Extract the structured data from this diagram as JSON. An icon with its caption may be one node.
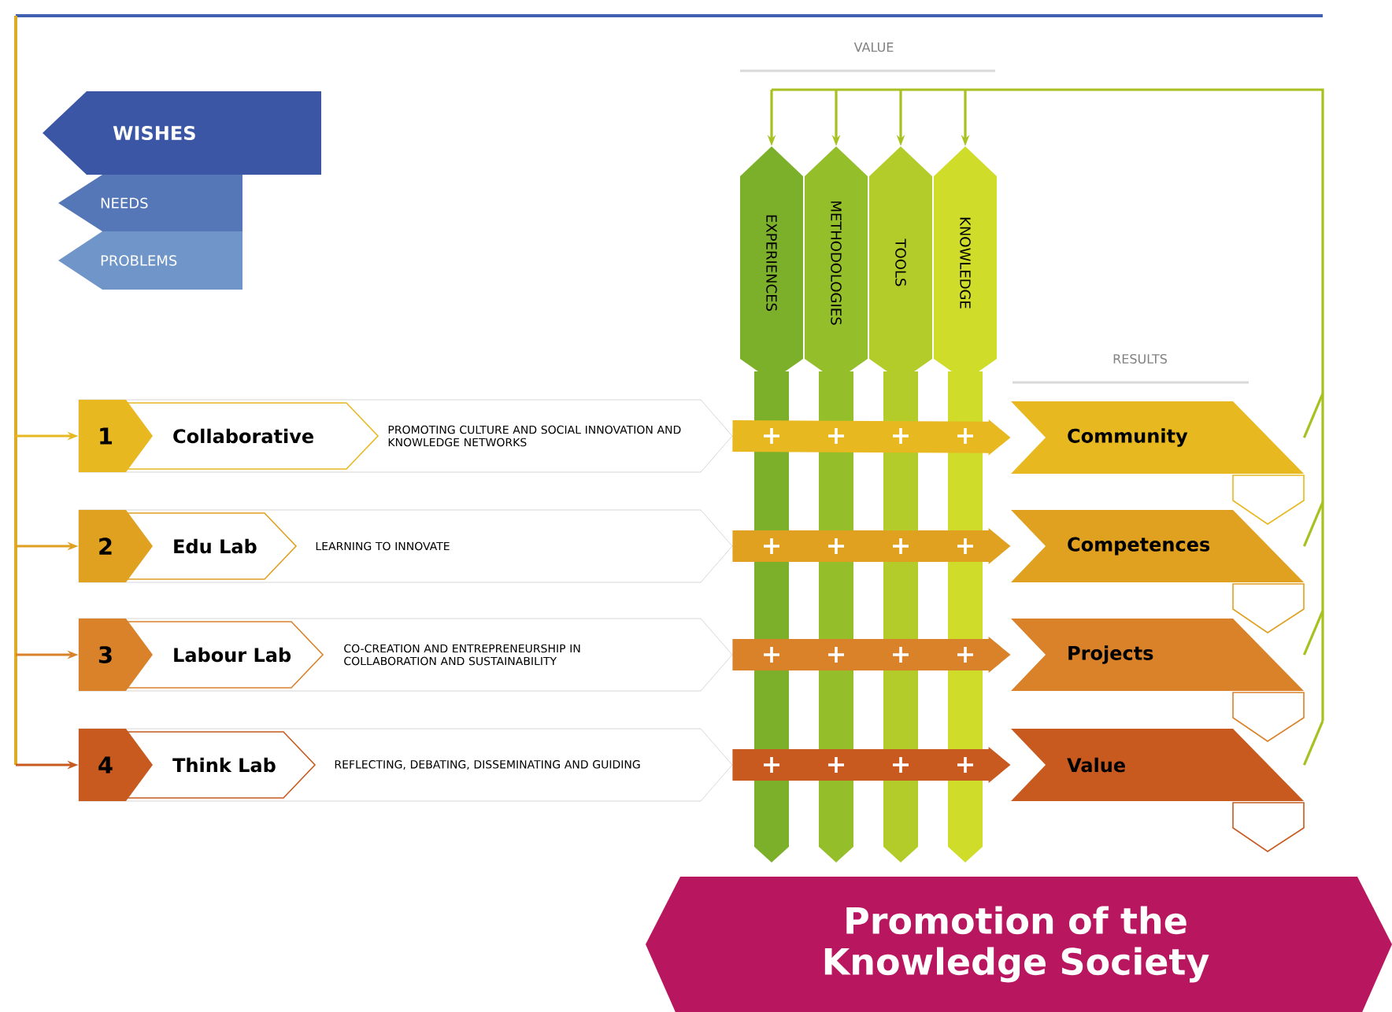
{
  "diagram": {
    "nodes": [
      {
        "text": [
          "WISHES"
        ]
      },
      {
        "text": [
          "NEEDS"
        ]
      },
      {
        "text": [
          "PROBLEMS"
        ]
      },
      {
        "text": [
          "EXPERIENCES"
        ]
      },
      {
        "text": [
          "METHODOLOGIES"
        ]
      },
      {
        "text": [
          "TOOLS"
        ]
      },
      {
        "text": [
          "KNOWLEDGE"
        ]
      },
      {
        "text": [
          "1",
          "Collaborative",
          "PROMOTING CULTURE AND SOCIAL INNOVATION AND KNOWLEDGE NETWORKS"
        ]
      },
      {
        "text": [
          "2",
          "Edu Lab",
          "LEARNING TO INNOVATE"
        ]
      },
      {
        "text": [
          "3",
          "Labour Lab",
          "CO-CREATION AND ENTREPRENEURSHIP IN COLLABORATION AND SUSTAINABILITY"
        ]
      },
      {
        "text": [
          "4",
          "Think Lab",
          "REFLECTING, DEBATING, DISSEMINATING AND GUIDING"
        ]
      },
      {
        "text": [
          "Community"
        ]
      },
      {
        "text": [
          "Competences"
        ]
      },
      {
        "text": [
          "Projects"
        ]
      },
      {
        "text": [
          "Value"
        ]
      },
      {
        "text": [
          "Promotion of the Knowledge Society"
        ]
      }
    ],
    "edges": [
      {
        "from": null,
        "to": 7,
        "arrow": "to",
        "color": "#e8b820"
      },
      {
        "from": null,
        "to": 8,
        "arrow": "to",
        "color": "#e0a020"
      },
      {
        "from": null,
        "to": 9,
        "arrow": "to",
        "color": "#d9822a"
      },
      {
        "from": null,
        "to": 10,
        "arrow": "to",
        "color": "#c85a20"
      },
      {
        "from": 7,
        "to": 11,
        "arrow": "to",
        "style": "thick",
        "color": "#e8b820"
      },
      {
        "from": 8,
        "to": 12,
        "arrow": "to",
        "style": "thick",
        "color": "#e0a020"
      },
      {
        "from": 9,
        "to": 13,
        "arrow": "to",
        "style": "thick",
        "color": "#d9822a"
      },
      {
        "from": 10,
        "to": 14,
        "arrow": "to",
        "style": "thick",
        "color": "#c85a20"
      },
      {
        "from": 14,
        "to": 3,
        "arrow": "to",
        "color": "#a8c020"
      },
      {
        "from": 14,
        "to": 4,
        "arrow": "to",
        "color": "#a8c020"
      },
      {
        "from": 14,
        "to": 5,
        "arrow": "to",
        "color": "#a8c020"
      },
      {
        "from": 14,
        "to": 6,
        "arrow": "to",
        "color": "#a8c020"
      },
      {
        "from": 13,
        "to": 3,
        "arrow": "to",
        "color": "#a8c020"
      },
      {
        "from": 13,
        "to": 4,
        "arrow": "to",
        "color": "#a8c020"
      },
      {
        "from": 13,
        "to": 5,
        "arrow": "to",
        "color": "#a8c020"
      },
      {
        "from": 13,
        "to": 6,
        "arrow": "to",
        "color": "#a8c020"
      },
      {
        "from": 12,
        "to": 3,
        "arrow": "to",
        "color": "#a8c020"
      },
      {
        "from": 12,
        "to": 4,
        "arrow": "to",
        "color": "#a8c020"
      },
      {
        "from": 12,
        "to": 5,
        "arrow": "to",
        "color": "#a8c020"
      },
      {
        "from": 12,
        "to": 6,
        "arrow": "to",
        "color": "#a8c020"
      },
      {
        "from": 11,
        "to": 3,
        "arrow": "to",
        "color": "#a8c020"
      },
      {
        "from": 11,
        "to": 4,
        "arrow": "to",
        "color": "#a8c020"
      },
      {
        "from": 11,
        "to": 5,
        "arrow": "to",
        "color": "#a8c020"
      },
      {
        "from": 11,
        "to": 6,
        "arrow": "to",
        "color": "#a8c020"
      }
    ],
    "labels": [
      "VALUE",
      "RESULTS"
    ]
  }
}
